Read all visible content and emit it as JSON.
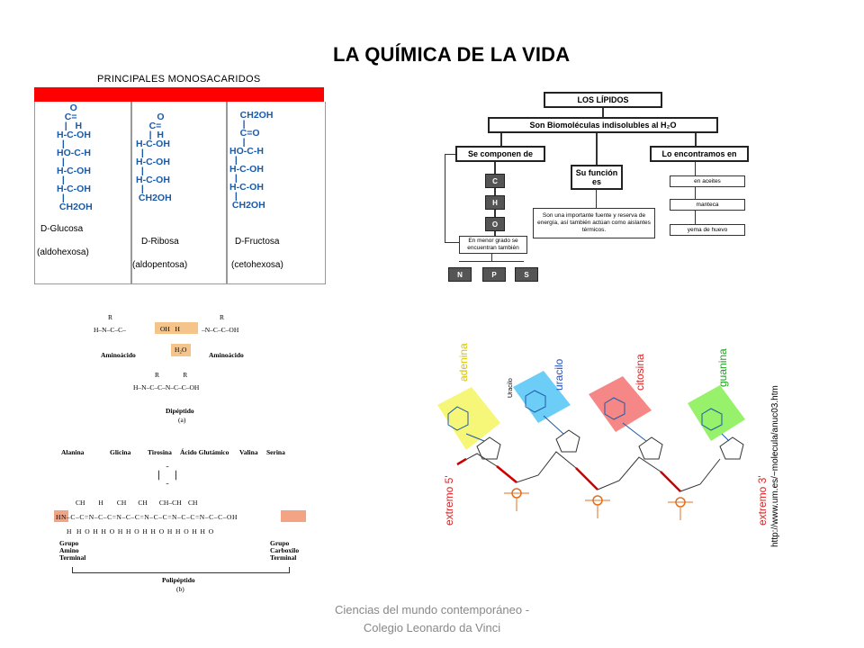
{
  "page": {
    "title": "LA QUÍMICA DE LA VIDA",
    "footer_line1": "Ciencias del mundo contemporáneo -",
    "footer_line2": "Colegio Leonardo da Vinci"
  },
  "monosacaridos": {
    "heading": "PRINCIPALES MONOSACARIDOS",
    "glucosa": {
      "name": "D-Glucosa",
      "type": "(aldohexosa)"
    },
    "ribosa": {
      "name": "D-Ribosa",
      "type": "(aldopentosa)"
    },
    "fructosa": {
      "name": "D-Fructosa",
      "type": "(cetohexosa)"
    }
  },
  "lipidos": {
    "root": "LOS LÍPIDOS",
    "def": "Son Biomoléculas indisolubles al H₂O",
    "branch_1": "Se componen de",
    "branch_2": "Su función es",
    "branch_3": "Lo encontramos en",
    "elements": [
      "C",
      "H",
      "O"
    ],
    "minor_note": "En menor grado se encuentran también",
    "minor_elements": [
      "N",
      "P",
      "S"
    ],
    "function_text": "Son una importante fuente y reserva de energía, así también actúan como aislantes térmicos.",
    "found_in": [
      "en aceites",
      "manteca",
      "yema de huevo"
    ]
  },
  "peptido": {
    "aminoacido_1": "Aminoácido",
    "aminoacido_2": "Aminoácido",
    "water": "H₂O",
    "dipeptido": "Dipéptido",
    "dipeptido_tag": "(a)",
    "residues": [
      "Alanina",
      "Glicina",
      "Tirosina",
      "Ácido Glutámico",
      "Valina",
      "Serina"
    ],
    "grupo_amino": "Grupo Amino Terminal",
    "grupo_carboxilo": "Grupo Carboxilo Terminal",
    "polipeptido": "Polipéptido",
    "polipeptido_tag": "(b)"
  },
  "dna": {
    "bases": [
      "adenina",
      "uracilo",
      "citosina",
      "guanina"
    ],
    "uracilo_small": "Uracilo",
    "extremo_5": "extremo 5'",
    "extremo_3": "extremo 3'",
    "url": "http://www.um.es/~molecula/anuc03.htm",
    "colors": {
      "adenina": "#f5f56a",
      "uracilo": "#5cc8f5",
      "citosina": "#f57a7a",
      "guanina": "#8cf05a"
    }
  }
}
